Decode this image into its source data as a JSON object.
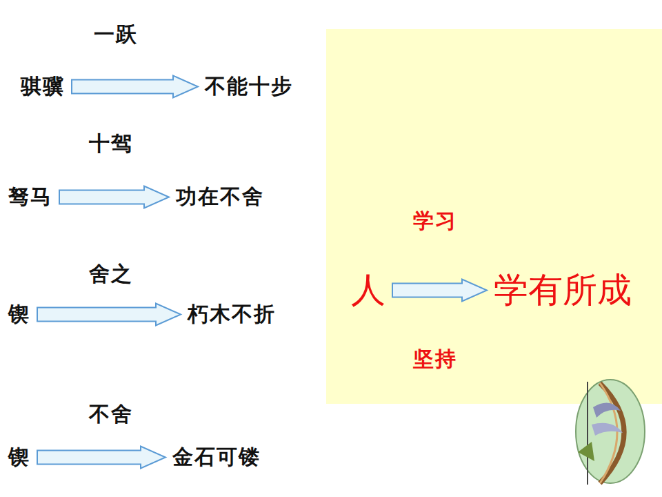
{
  "diagram": {
    "nodes": [
      {
        "text": [
          "骐骥"
        ]
      },
      {
        "text": [
          "不能十步"
        ]
      },
      {
        "text": [
          "驽马"
        ]
      },
      {
        "text": [
          "功在不舍"
        ]
      },
      {
        "text": [
          "锲"
        ]
      },
      {
        "text": [
          "朽木不折"
        ]
      },
      {
        "text": [
          "锲"
        ]
      },
      {
        "text": [
          "金石可镂"
        ]
      },
      {
        "text": [
          "人"
        ]
      },
      {
        "text": [
          "学有所成"
        ]
      }
    ],
    "edges": [
      {
        "from": 0,
        "to": 1,
        "label": "一跃",
        "arrow": "to"
      },
      {
        "from": 2,
        "to": 3,
        "label": "十驾",
        "arrow": "to"
      },
      {
        "from": 4,
        "to": 5,
        "label": "舍之",
        "arrow": "to"
      },
      {
        "from": 6,
        "to": 7,
        "label": "不舍",
        "arrow": "to"
      },
      {
        "from": 8,
        "to": 9,
        "label": "学习",
        "arrow": "to"
      }
    ],
    "labels": [
      "坚持"
    ]
  }
}
